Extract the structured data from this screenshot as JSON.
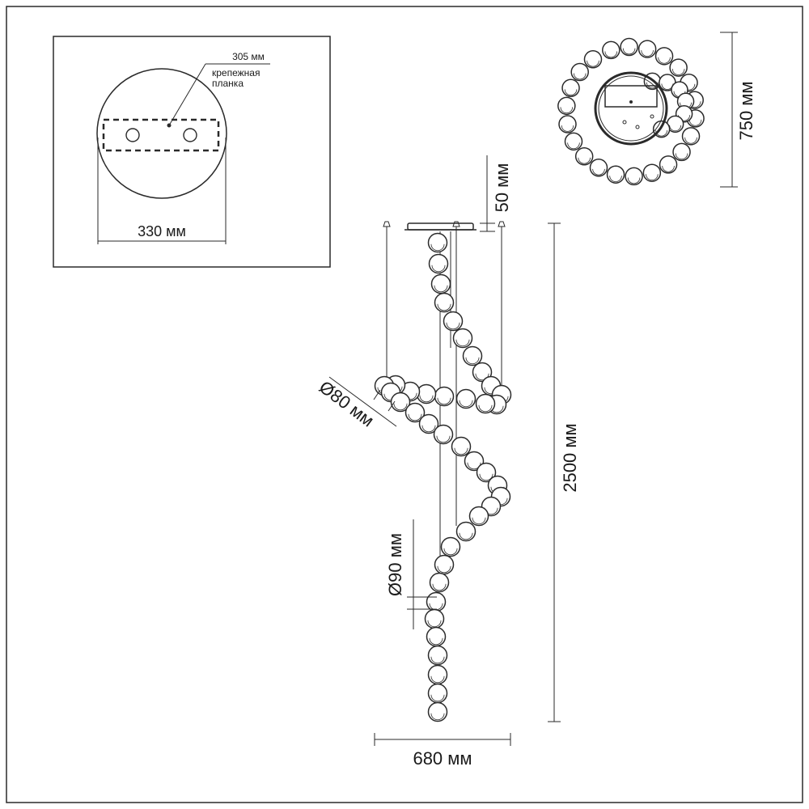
{
  "mounting_plate_view": {
    "plate_width_label": "305 мм",
    "plate_name_line1": "крепежная",
    "plate_name_line2": "планка",
    "canopy_diameter_label": "330 мм"
  },
  "top_view": {
    "diameter_label": "750 мм"
  },
  "side_view": {
    "canopy_height_label": "50 мм",
    "total_height_label": "2500 мм",
    "small_sphere_label": "Ø80 мм",
    "large_sphere_label": "Ø90 мм",
    "width_label": "680 мм"
  },
  "colors": {
    "line": "#2a2a2a",
    "text": "#1a1a1a",
    "background": "#ffffff"
  }
}
